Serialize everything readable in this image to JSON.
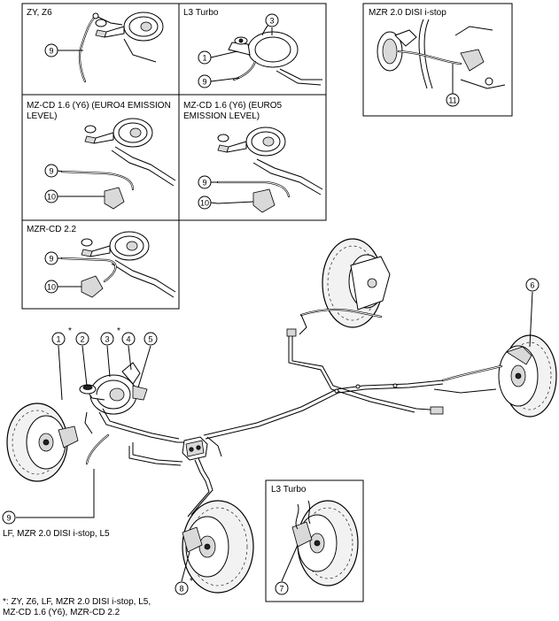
{
  "panels": {
    "zy_z6": "ZY, Z6",
    "l3_turbo_top": "L3 Turbo",
    "mzcd_euro4_line1": "MZ-CD 1.6 (Y6) (EURO4 EMISSION",
    "mzcd_euro4_line2": "LEVEL)",
    "mzcd_euro5_line1": "MZ-CD 1.6 (Y6) (EURO5",
    "mzcd_euro5_line2": "EMISSION LEVEL)",
    "mzrcd_22": "MZR-CD 2.2",
    "mzr_disi_istop": "MZR 2.0 DISI i-stop",
    "l3_turbo_bottom": "L3 Turbo"
  },
  "callouts": {
    "c1": "1",
    "c2": "2",
    "c3": "3",
    "c4": "4",
    "c5": "5",
    "c6": "6",
    "c7": "7",
    "c8": "8",
    "c9": "9",
    "c10": "10",
    "c11": "11"
  },
  "asterisk": "*",
  "engine_note": "LF, MZR 2.0 DISI i-stop, L5",
  "footnote_line1": "*: ZY, Z6, LF, MZR 2.0 DISI i-stop, L5,",
  "footnote_line2": "MZ-CD 1.6 (Y6), MZR-CD 2.2"
}
